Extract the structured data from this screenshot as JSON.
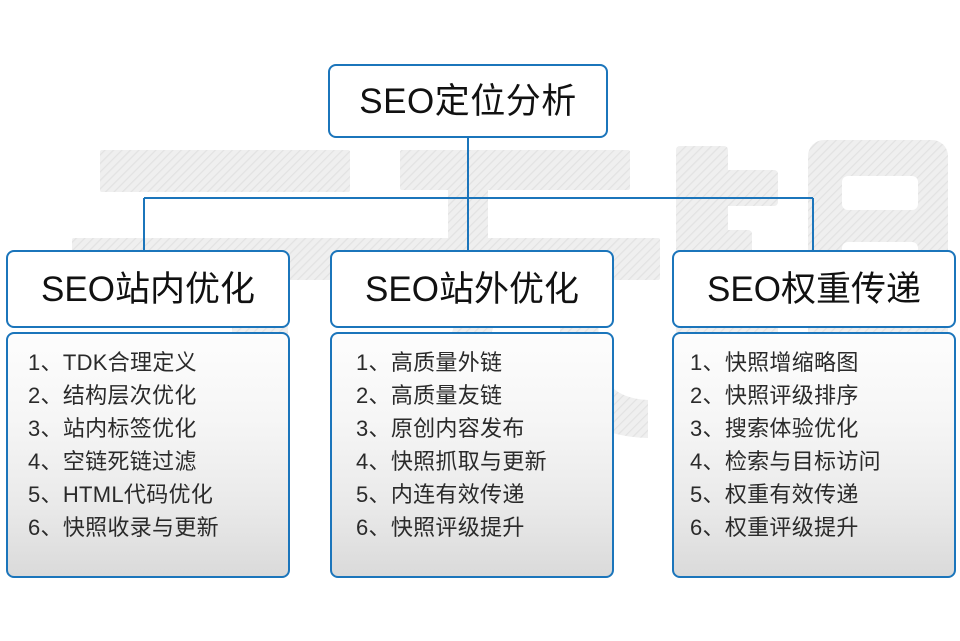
{
  "diagram": {
    "root": {
      "label": "SEO定位分析"
    },
    "accent_color": "#1b75bb",
    "text_color": "#111111",
    "branches": [
      {
        "header": "SEO站内优化",
        "items": [
          "1、TDK合理定义",
          "2、结构层次优化",
          "3、站内标签优化",
          "4、空链死链过滤",
          "5、HTML代码优化",
          "6、快照收录与更新"
        ]
      },
      {
        "header": "SEO站外优化",
        "items": [
          "1、高质量外链",
          "2、高质量友链",
          "3、原创内容发布",
          "4、快照抓取与更新",
          "5、内连有效传递",
          "6、快照评级提升"
        ]
      },
      {
        "header": "SEO权重传递",
        "items": [
          "1、快照增缩略图",
          "2、快照评级排序",
          "3、搜索体验优化",
          "4、检索与目标访问",
          "5、权重有效传递",
          "6、权重评级提升"
        ]
      }
    ],
    "watermark": {
      "text": "云无限",
      "color": "#ededed"
    }
  }
}
